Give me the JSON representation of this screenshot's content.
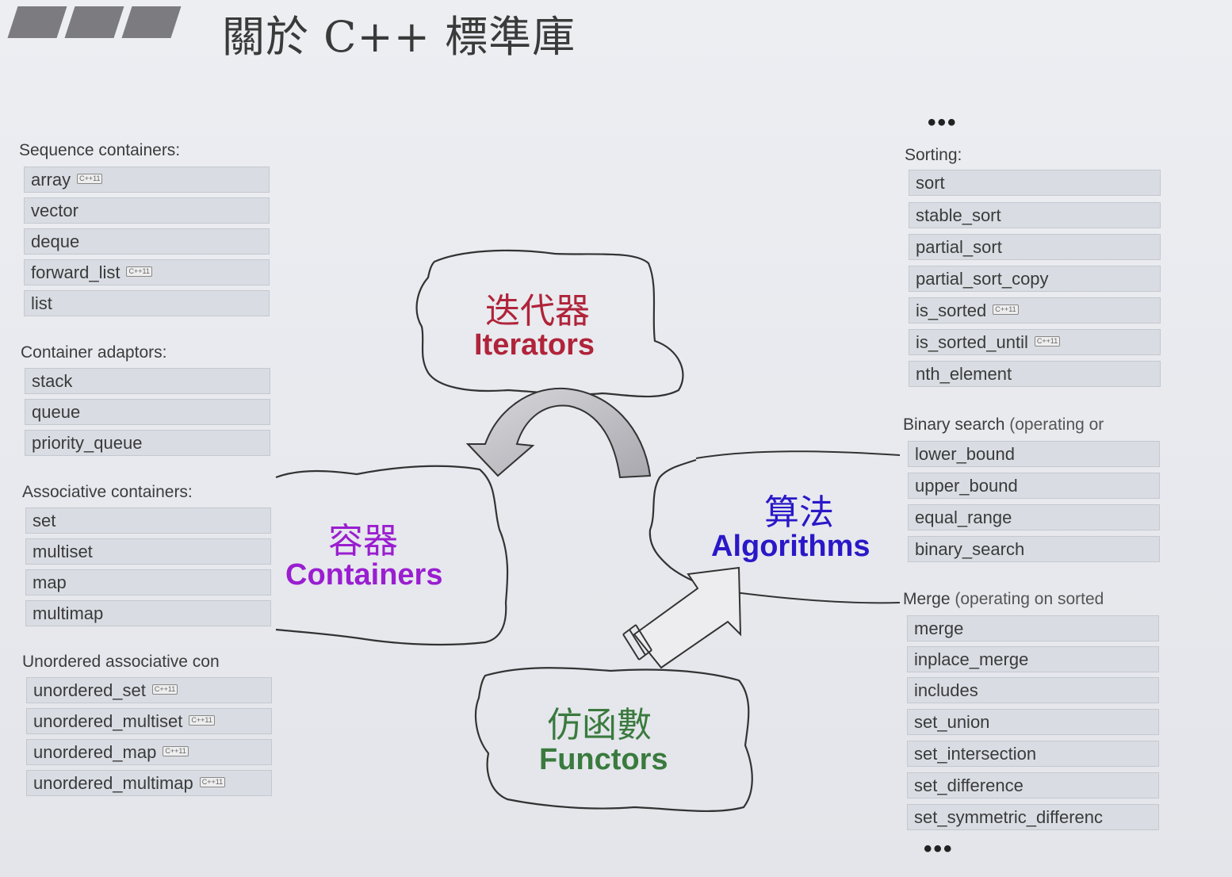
{
  "slide": {
    "title": "關於 C++ 標準庫"
  },
  "left": {
    "groups": [
      {
        "title": "Sequence containers:",
        "items": [
          {
            "label": "array",
            "badge": "C++11"
          },
          {
            "label": "vector",
            "badge": ""
          },
          {
            "label": "deque",
            "badge": ""
          },
          {
            "label": "forward_list",
            "badge": "C++11"
          },
          {
            "label": "list",
            "badge": ""
          }
        ]
      },
      {
        "title": "Container adaptors:",
        "items": [
          {
            "label": "stack",
            "badge": ""
          },
          {
            "label": "queue",
            "badge": ""
          },
          {
            "label": "priority_queue",
            "badge": ""
          }
        ]
      },
      {
        "title": "Associative containers:",
        "items": [
          {
            "label": "set",
            "badge": ""
          },
          {
            "label": "multiset",
            "badge": ""
          },
          {
            "label": "map",
            "badge": ""
          },
          {
            "label": "multimap",
            "badge": ""
          }
        ]
      },
      {
        "title": "Unordered associative con",
        "items": [
          {
            "label": "unordered_set",
            "badge": "C++11"
          },
          {
            "label": "unordered_multiset",
            "badge": "C++11"
          },
          {
            "label": "unordered_map",
            "badge": "C++11"
          },
          {
            "label": "unordered_multimap",
            "badge": "C++11"
          }
        ]
      }
    ]
  },
  "right": {
    "ellipsis_top": "•••",
    "ellipsis_bottom": "•••",
    "groups": [
      {
        "title": "Sorting:",
        "qualifier": "",
        "items": [
          {
            "label": "sort",
            "badge": ""
          },
          {
            "label": "stable_sort",
            "badge": ""
          },
          {
            "label": "partial_sort",
            "badge": ""
          },
          {
            "label": "partial_sort_copy",
            "badge": ""
          },
          {
            "label": "is_sorted",
            "badge": "C++11"
          },
          {
            "label": "is_sorted_until",
            "badge": "C++11"
          },
          {
            "label": "nth_element",
            "badge": ""
          }
        ]
      },
      {
        "title": "Binary search",
        "qualifier": "(operating or",
        "items": [
          {
            "label": "lower_bound",
            "badge": ""
          },
          {
            "label": "upper_bound",
            "badge": ""
          },
          {
            "label": "equal_range",
            "badge": ""
          },
          {
            "label": "binary_search",
            "badge": ""
          }
        ]
      },
      {
        "title": "Merge",
        "qualifier": "(operating on sorted",
        "items": [
          {
            "label": "merge",
            "badge": ""
          },
          {
            "label": "inplace_merge",
            "badge": ""
          },
          {
            "label": "includes",
            "badge": ""
          },
          {
            "label": "set_union",
            "badge": ""
          },
          {
            "label": "set_intersection",
            "badge": ""
          },
          {
            "label": "set_difference",
            "badge": ""
          },
          {
            "label": "set_symmetric_differenc",
            "badge": ""
          }
        ]
      }
    ]
  },
  "clouds": {
    "iterators": {
      "zh": "迭代器",
      "en": "Iterators",
      "color": "#b0243a"
    },
    "containers": {
      "zh": "容器",
      "en": "Containers",
      "color": "#9a1ed0"
    },
    "algorithms": {
      "zh": "算法",
      "en": "Algorithms",
      "color": "#2a18c8"
    },
    "functors": {
      "zh": "仿函數",
      "en": "Functors",
      "color": "#3a7a3e"
    }
  }
}
